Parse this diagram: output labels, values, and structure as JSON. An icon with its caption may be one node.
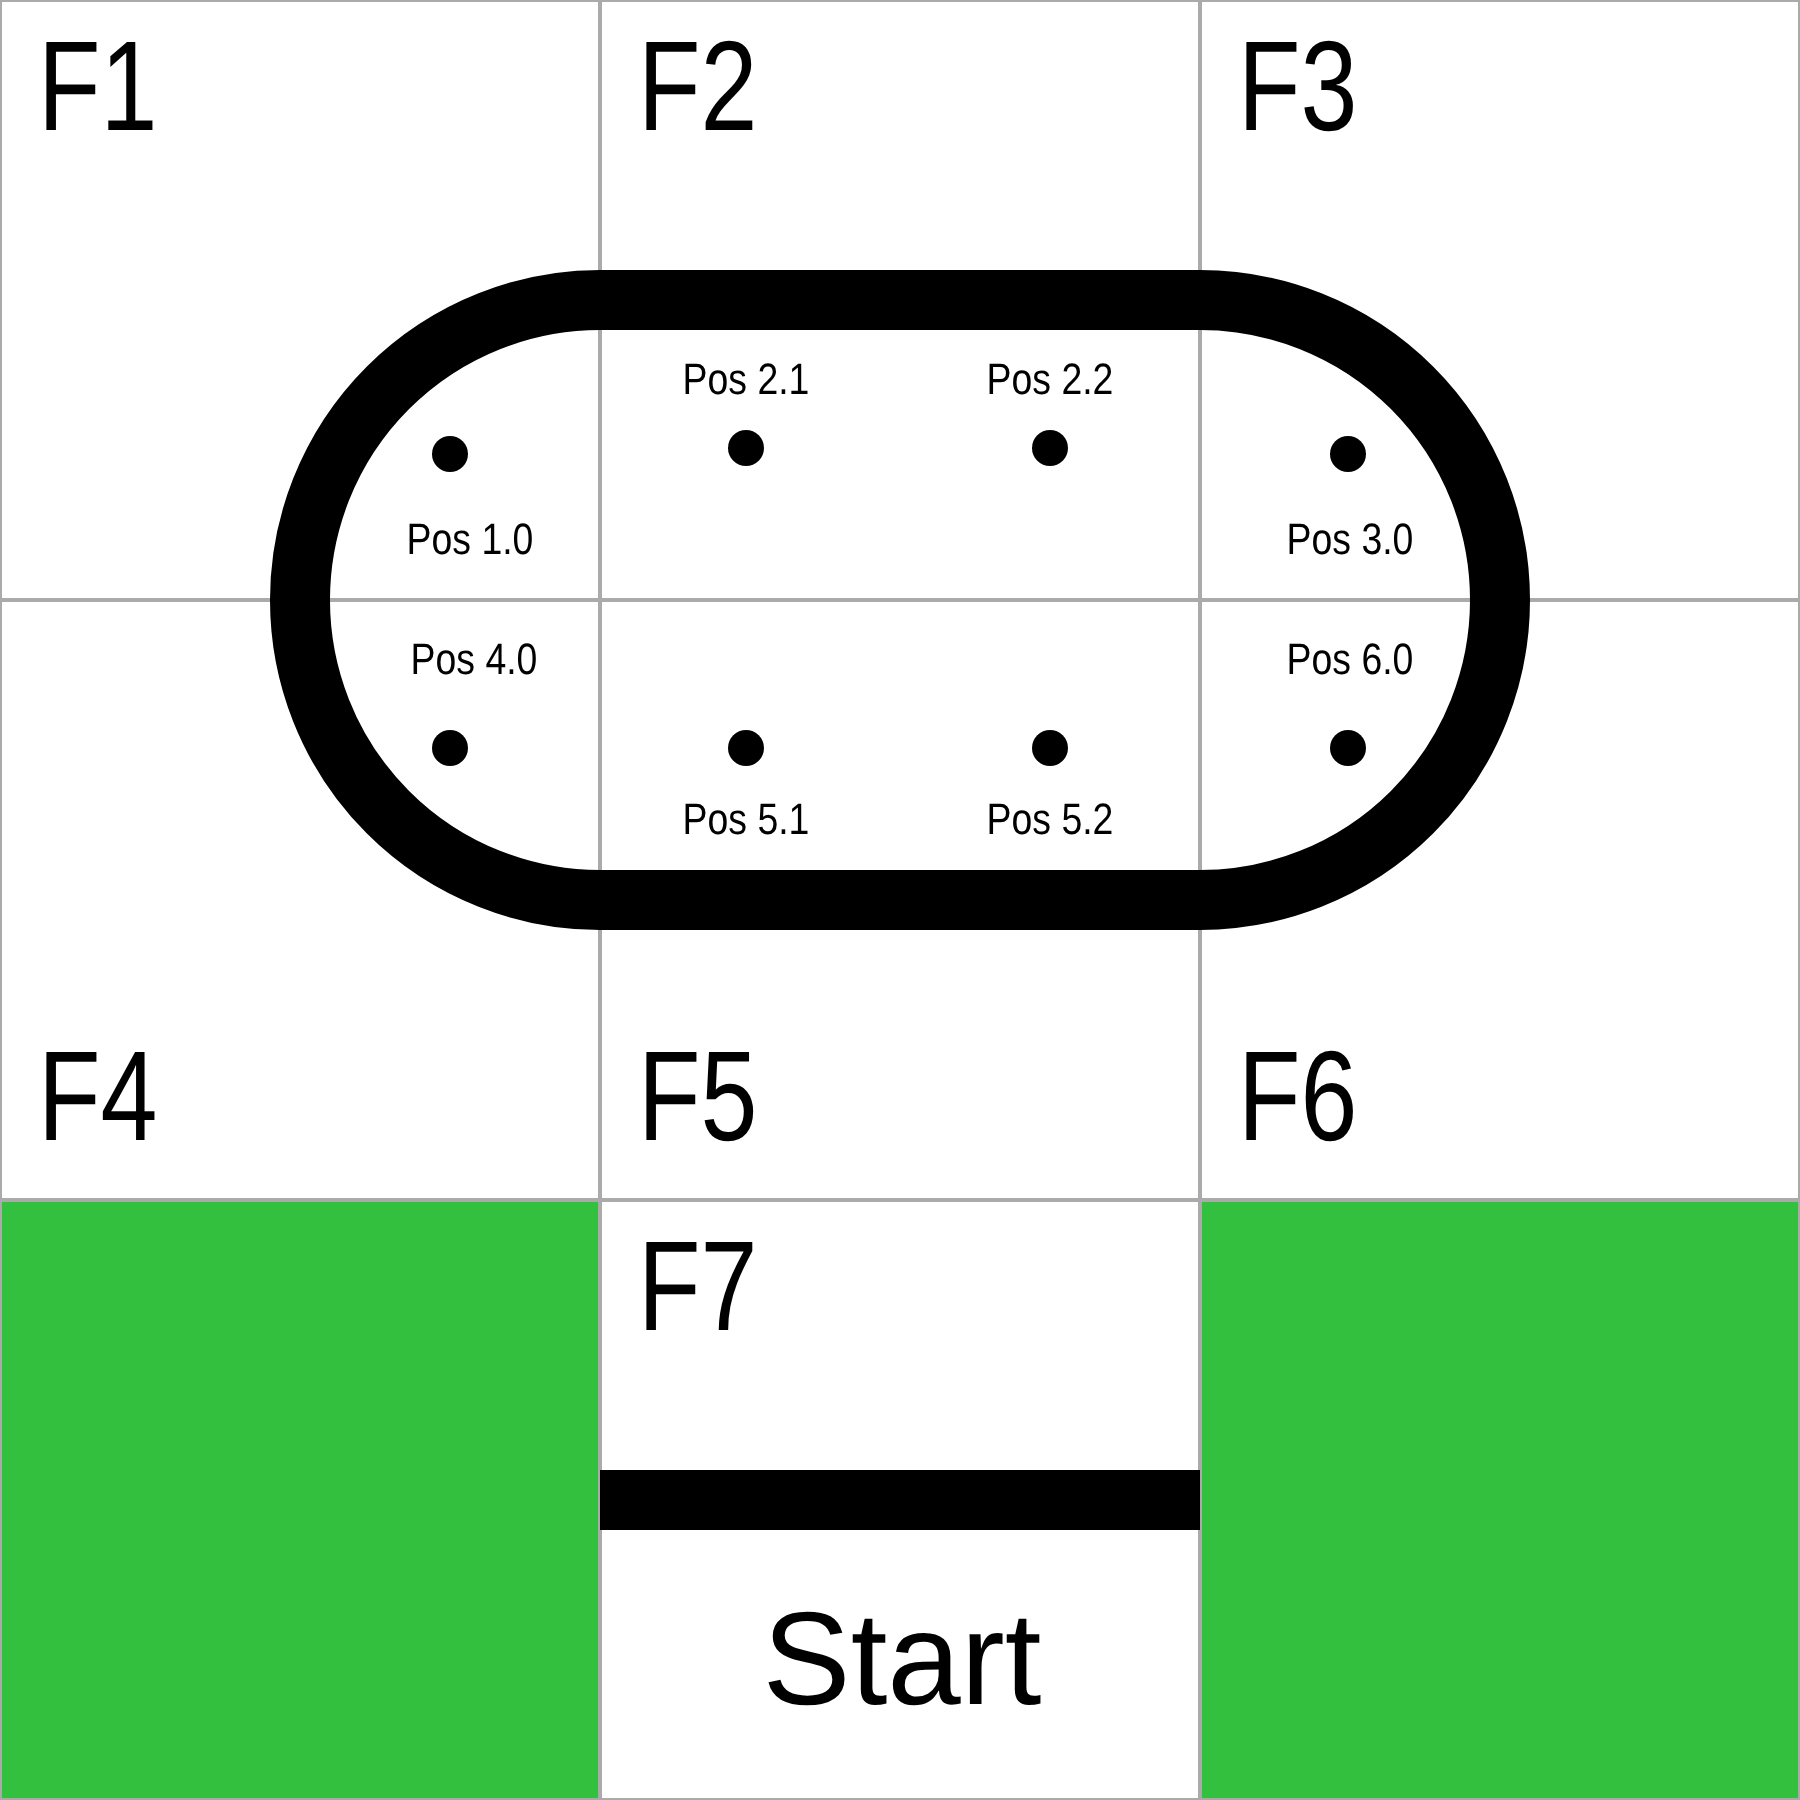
{
  "diagram": {
    "nodes": [
      {
        "text": [
          "F1"
        ]
      },
      {
        "text": [
          "F2"
        ]
      },
      {
        "text": [
          "F3"
        ]
      },
      {
        "text": [
          "F4"
        ]
      },
      {
        "text": [
          "F5"
        ]
      },
      {
        "text": [
          "F6"
        ]
      },
      {
        "text": [],
        "shape": "box"
      },
      {
        "text": [
          "F7",
          "Start"
        ]
      },
      {
        "text": [],
        "shape": "box"
      }
    ],
    "labels": [
      "Pos 2.1",
      "Pos 2.2",
      "Pos 1.0",
      "Pos 3.0",
      "Pos 4.0",
      "Pos 6.0",
      "Pos 5.1",
      "Pos 5.2"
    ]
  }
}
